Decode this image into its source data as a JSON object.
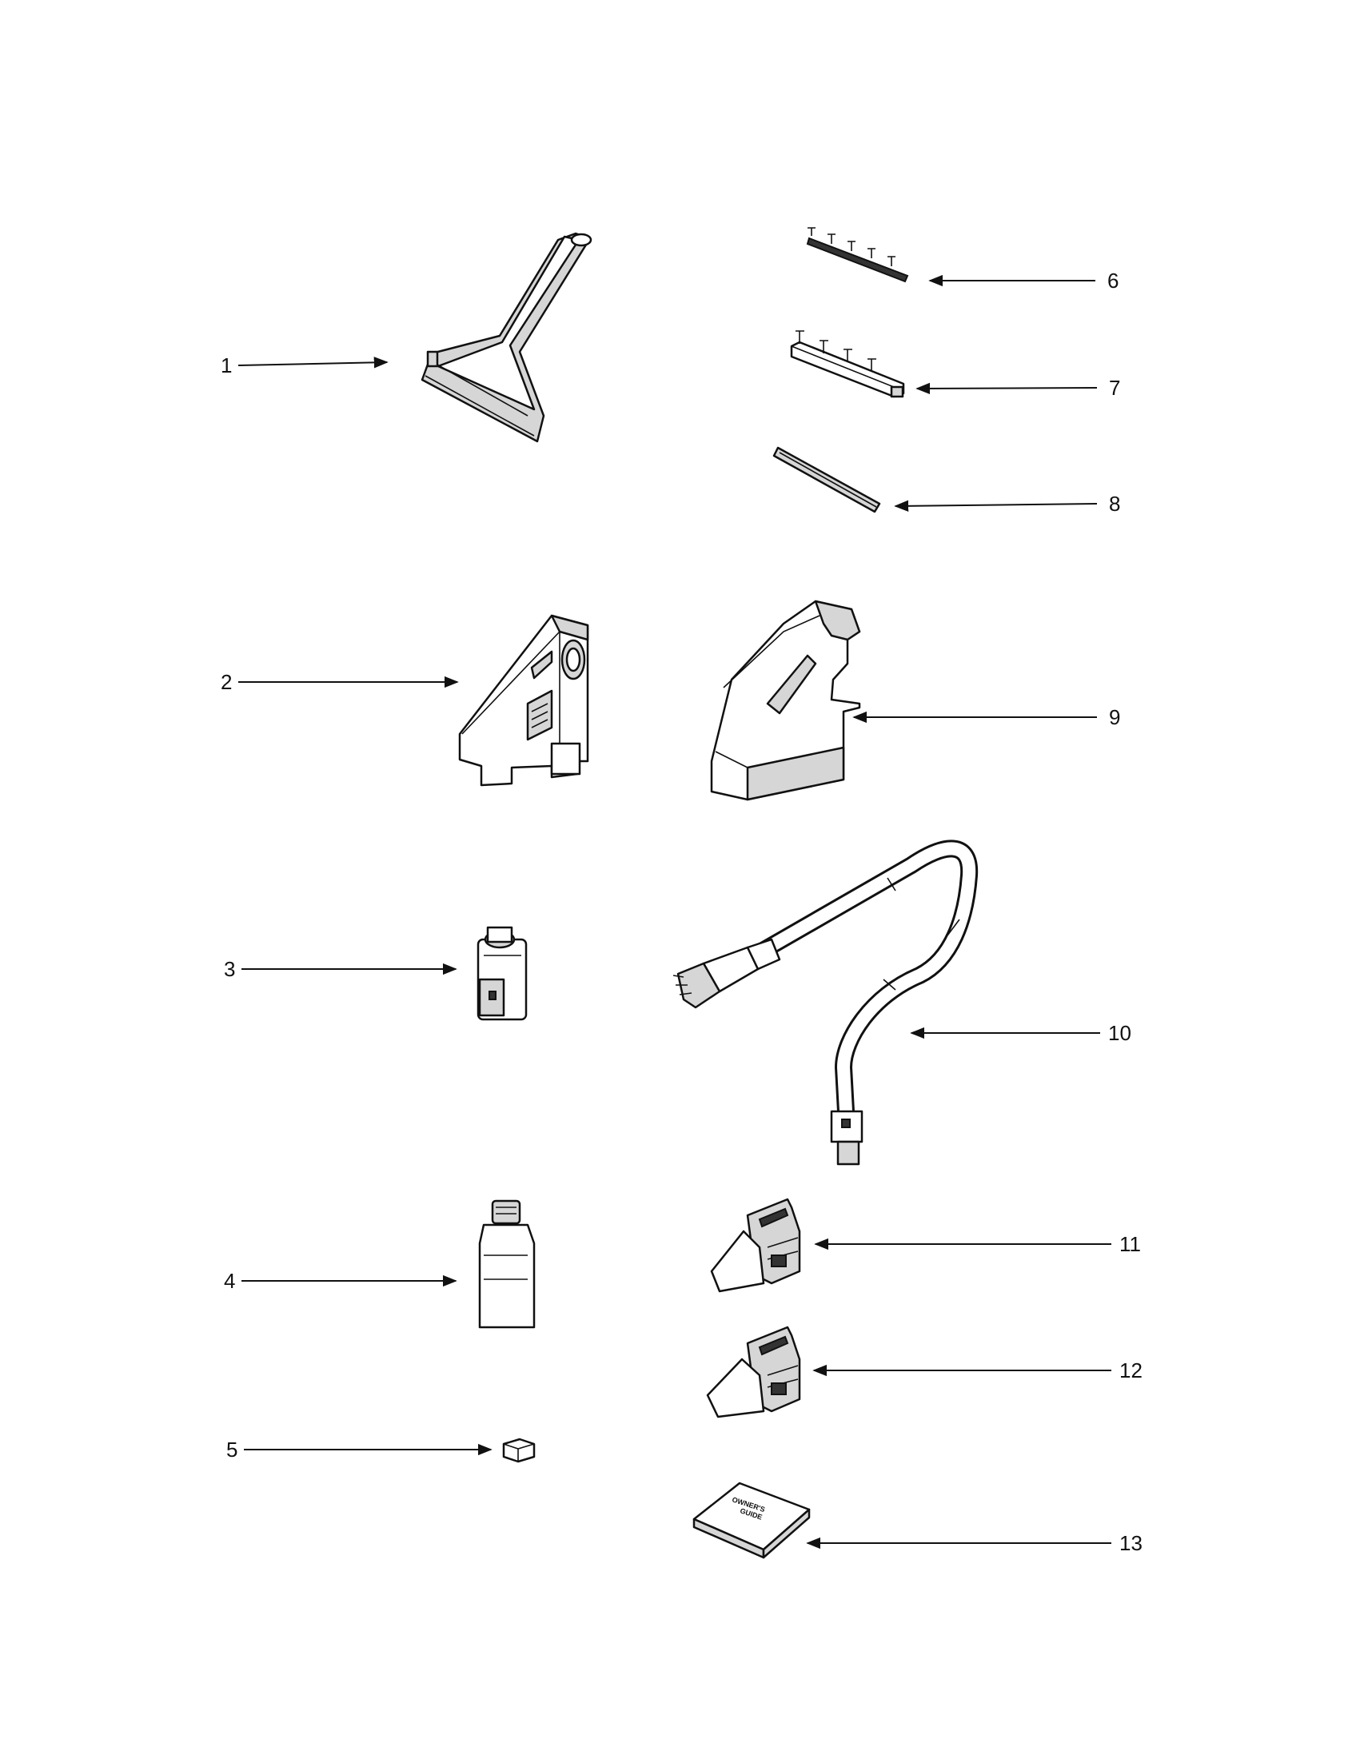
{
  "callouts": [
    {
      "id": "1",
      "label": "1"
    },
    {
      "id": "2",
      "label": "2"
    },
    {
      "id": "3",
      "label": "3"
    },
    {
      "id": "4",
      "label": "4"
    },
    {
      "id": "5",
      "label": "5"
    },
    {
      "id": "6",
      "label": "6"
    },
    {
      "id": "7",
      "label": "7"
    },
    {
      "id": "8",
      "label": "8"
    },
    {
      "id": "9",
      "label": "9"
    },
    {
      "id": "10",
      "label": "10"
    },
    {
      "id": "11",
      "label": "11"
    },
    {
      "id": "12",
      "label": "12"
    },
    {
      "id": "13",
      "label": "13"
    }
  ],
  "guide": {
    "line1": "OWNER'S",
    "line2": "GUIDE"
  }
}
